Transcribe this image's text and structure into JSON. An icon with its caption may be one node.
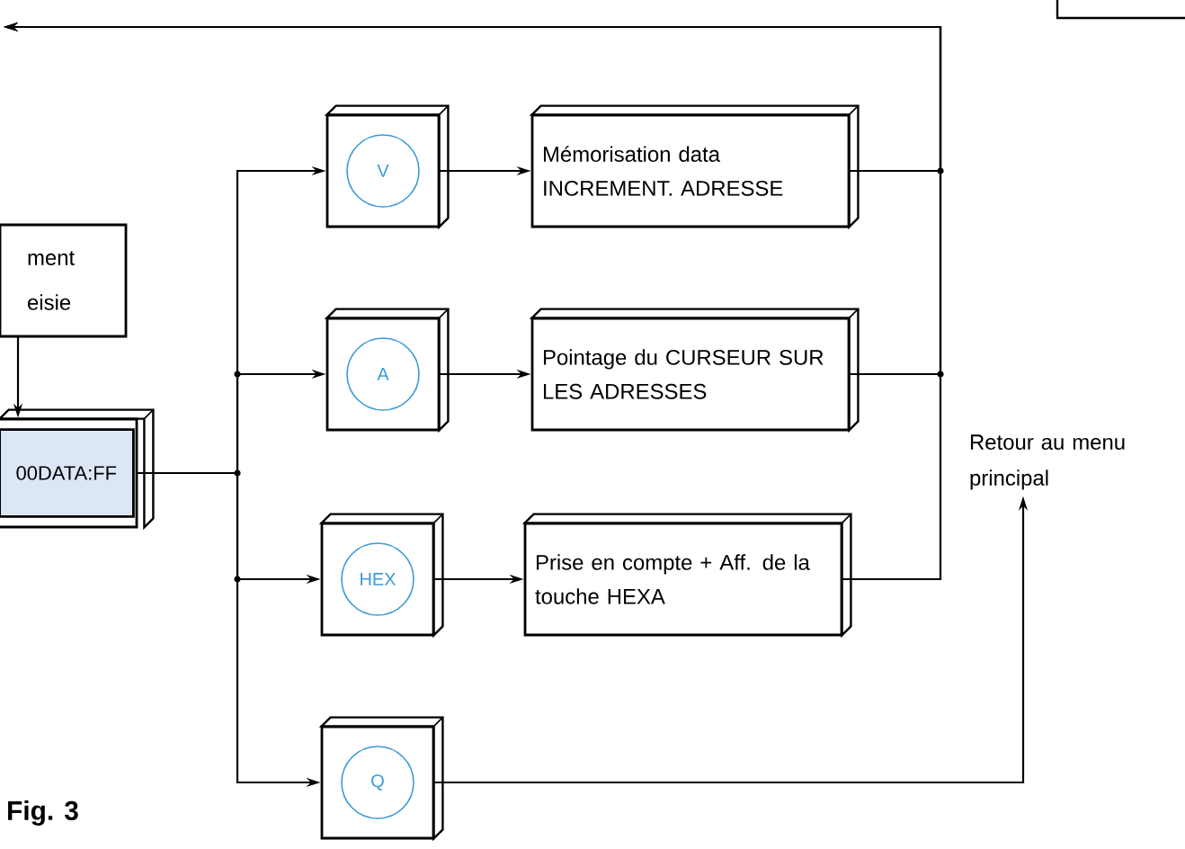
{
  "diagram": {
    "nodes": [
      {
        "text": [
          "ment eisie"
        ]
      },
      {
        "text": [
          "00DATA:FF"
        ]
      },
      {
        "text": [
          "V"
        ]
      },
      {
        "text": [
          "Mémorisation data INCREMENT. ADRESSE"
        ]
      },
      {
        "text": [
          "A"
        ]
      },
      {
        "text": [
          "Pointage du CURSEUR SUR LES ADRESSES"
        ]
      },
      {
        "text": [
          "HEX"
        ]
      },
      {
        "text": [
          "Prise en compte + Aff. de la touche HEXA"
        ]
      },
      {
        "text": [
          "Q"
        ]
      },
      {
        "text": [
          "Retour au menu principal"
        ]
      },
      {
        "text": [],
        "shape": "box"
      }
    ],
    "edges": [
      {
        "from": 0,
        "to": 1,
        "arrow": "to"
      },
      {
        "from": 1,
        "to": 2,
        "arrow": "to"
      },
      {
        "from": 1,
        "to": 4,
        "arrow": "to"
      },
      {
        "from": 1,
        "to": 6,
        "arrow": "to"
      },
      {
        "from": 1,
        "to": 8,
        "arrow": "to"
      },
      {
        "from": 2,
        "to": 3,
        "arrow": "to"
      },
      {
        "from": 4,
        "to": 5,
        "arrow": "to"
      },
      {
        "from": 6,
        "to": 7,
        "arrow": "to"
      },
      {
        "from": 3,
        "to": null,
        "arrow": "to"
      },
      {
        "from": 5,
        "to": null,
        "arrow": "to"
      },
      {
        "from": 7,
        "to": null,
        "arrow": "to"
      },
      {
        "from": 8,
        "to": 9,
        "arrow": "to"
      }
    ],
    "labels": [
      "Fig. 3"
    ]
  }
}
